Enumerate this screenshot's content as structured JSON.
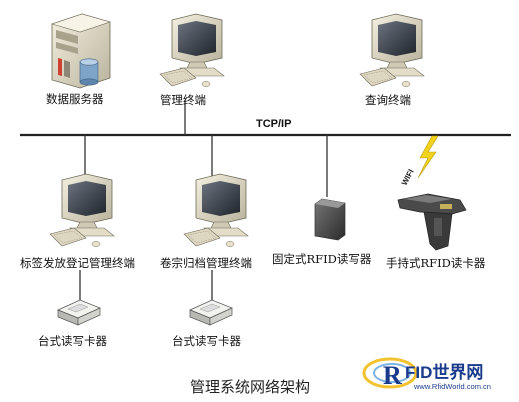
{
  "network": {
    "bus_label": "TCP/IP",
    "wifi_label": "WIFI"
  },
  "nodes": {
    "data_server": "数据服务器",
    "admin_terminal": "管理终端",
    "query_terminal": "查询终端",
    "label_issue_terminal": "标签发放登记管理终端",
    "archive_terminal": "卷宗归档管理终端",
    "fixed_reader": "固定式RFID读写器",
    "handheld_reader": "手持式RFID读卡器",
    "desktop_reader_1": "台式读写卡器",
    "desktop_reader_2": "台式读写卡器"
  },
  "caption": "管理系统网络架构",
  "watermark": {
    "letter": "R",
    "text": "FID世界网",
    "url": "www.RfidWorld.com.cn"
  },
  "colors": {
    "bus": "#222222",
    "bolt": "#f2d21b",
    "logo": "#1a3b8c"
  }
}
